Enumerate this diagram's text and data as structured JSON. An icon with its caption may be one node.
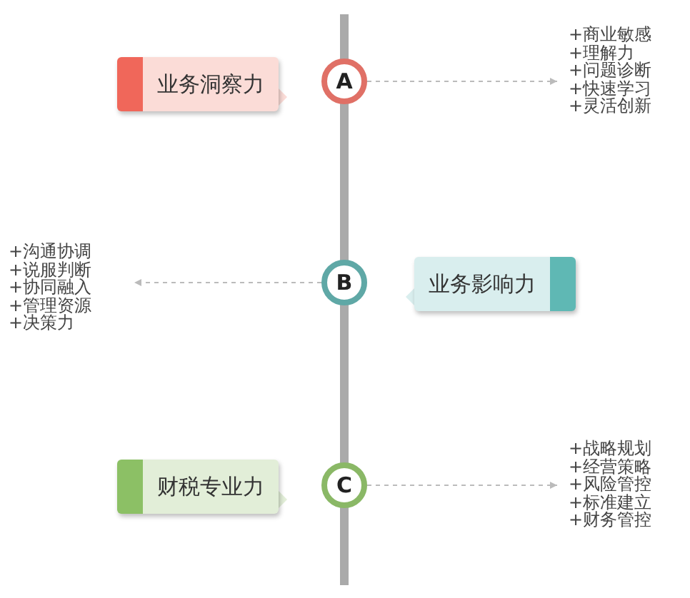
{
  "diagram": {
    "nodes": [
      {
        "text": [
          "业务洞察力"
        ]
      },
      {
        "text": [
          "A"
        ]
      },
      {
        "text": [
          "+商业敏感",
          "+理解力",
          "+问题诊断",
          "+快速学习",
          "+灵活创新"
        ]
      },
      {
        "text": [
          "+沟通协调",
          "+说服判断",
          "+协同融入",
          "+管理资源",
          "+决策力"
        ]
      },
      {
        "text": [
          "B"
        ]
      },
      {
        "text": [
          "业务影响力"
        ]
      },
      {
        "text": [
          "财税专业力"
        ]
      },
      {
        "text": [
          "C"
        ]
      },
      {
        "text": [
          "+战略规划",
          "+经营策略",
          "+风险管控",
          "+标准建立",
          "+财务管控"
        ]
      }
    ],
    "edges": [
      {
        "from": 1,
        "to": 2,
        "arrow": "to",
        "style": "dashed"
      },
      {
        "from": 4,
        "to": 3,
        "arrow": "to",
        "style": "dashed"
      },
      {
        "from": 7,
        "to": 8,
        "arrow": "to",
        "style": "dashed"
      }
    ]
  }
}
